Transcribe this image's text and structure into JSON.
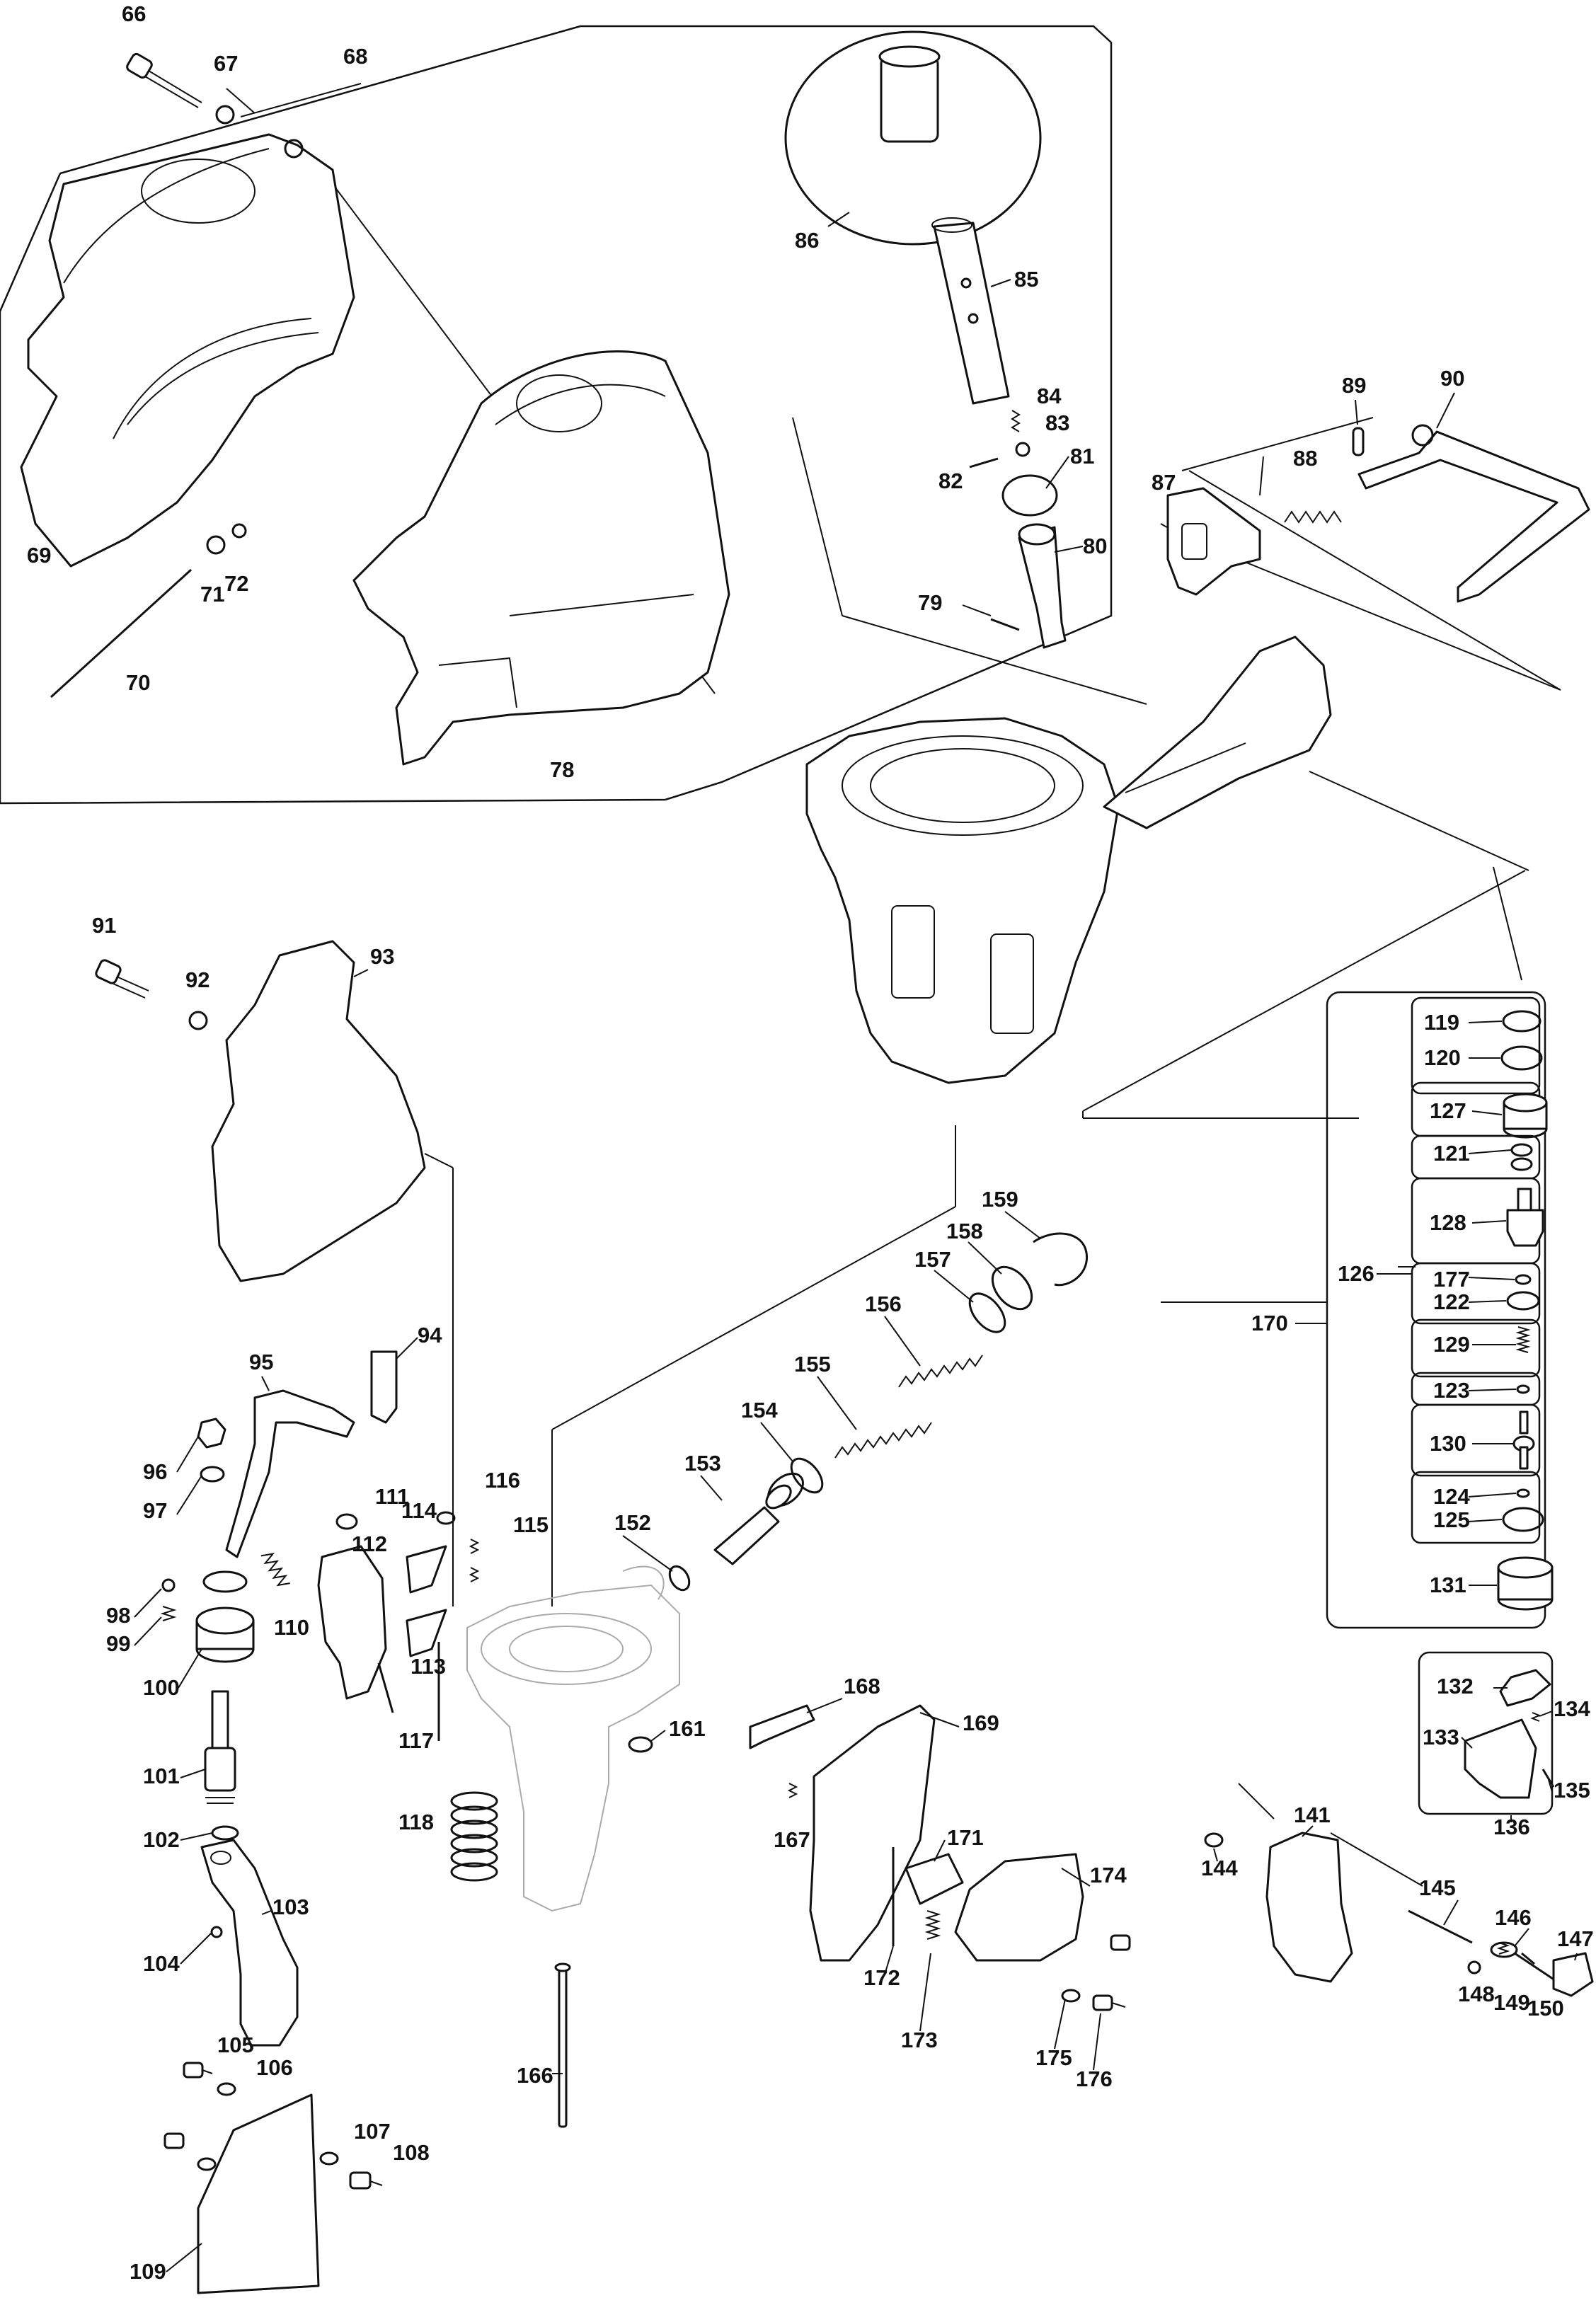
{
  "diagram": {
    "part_labels": [
      "66",
      "67",
      "68",
      "69",
      "70",
      "71",
      "72",
      "78",
      "79",
      "80",
      "81",
      "82",
      "83",
      "84",
      "85",
      "86",
      "87",
      "88",
      "89",
      "90",
      "91",
      "92",
      "93",
      "94",
      "95",
      "96",
      "97",
      "98",
      "99",
      "100",
      "101",
      "102",
      "103",
      "104",
      "105",
      "106",
      "107",
      "108",
      "109",
      "110",
      "111",
      "112",
      "113",
      "114",
      "115",
      "116",
      "117",
      "118",
      "119",
      "120",
      "121",
      "122",
      "123",
      "124",
      "125",
      "126",
      "127",
      "128",
      "129",
      "130",
      "131",
      "132",
      "133",
      "134",
      "135",
      "136",
      "141",
      "144",
      "145",
      "146",
      "147",
      "148",
      "149",
      "150",
      "152",
      "153",
      "154",
      "155",
      "156",
      "157",
      "158",
      "159",
      "161",
      "166",
      "167",
      "168",
      "169",
      "170",
      "171",
      "172",
      "173",
      "174",
      "175",
      "176",
      "177"
    ]
  }
}
